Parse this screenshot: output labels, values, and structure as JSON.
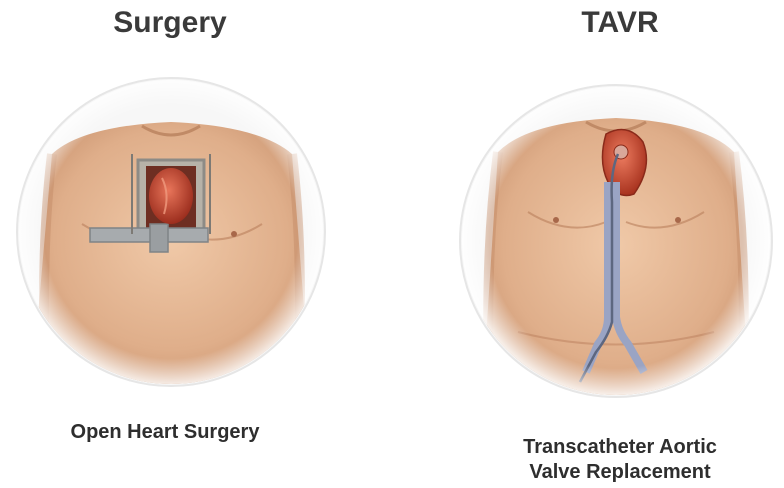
{
  "panels": [
    {
      "title": "Surgery",
      "caption_lines": [
        "Open Heart Surgery"
      ]
    },
    {
      "title": "TAVR",
      "caption_lines": [
        "Transcatheter Aortic",
        "Valve Replacement"
      ]
    }
  ],
  "colors": {
    "skin": "#e4b896",
    "skin_shadow": "#c99371",
    "heart": "#c84a32",
    "retractor": "#9fa3a6",
    "catheter": "#8a96b8"
  }
}
